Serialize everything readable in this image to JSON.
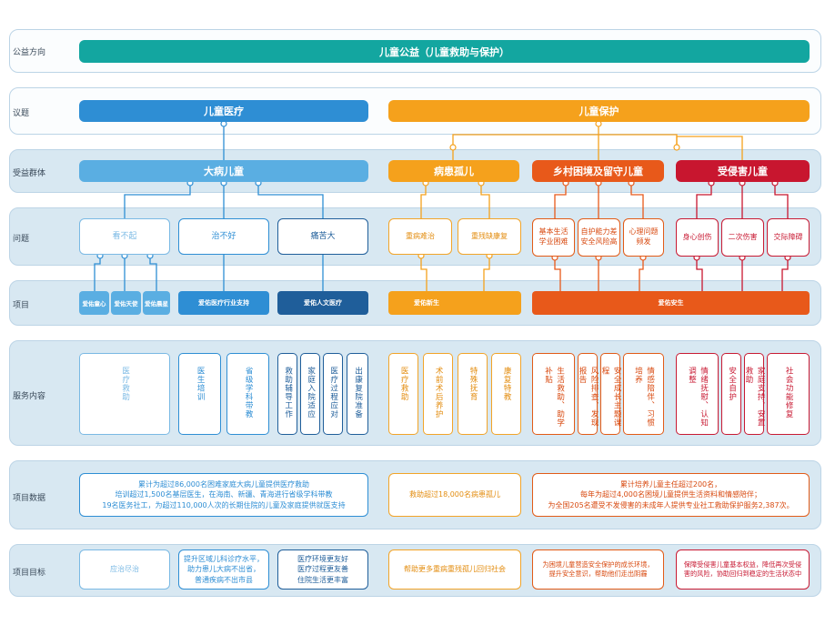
{
  "row_labels": {
    "direction": "公益方向",
    "topic": "议题",
    "beneficiary": "受益群体",
    "problem": "问题",
    "project": "项目",
    "service": "服务内容",
    "data": "项目数据",
    "goal": "项目目标"
  },
  "direction": {
    "title": "儿童公益（儿童救助与保护）"
  },
  "topics": {
    "medical": "儿童医疗",
    "protection": "儿童保护"
  },
  "groups": {
    "serious_ill": "大病儿童",
    "orphans": "病患孤儿",
    "left_behind": "乡村困境及留守儿童",
    "abused": "受侵害儿童"
  },
  "problems": {
    "cannot_afford": "看不起",
    "cannot_cure": "治不好",
    "suffering": "痛苦大",
    "hard_treat": "重病难治",
    "disability": "重残缺康复",
    "basic_life": "基本生活\n学业困难",
    "self_protect": "自护能力差\n安全风险高",
    "mental": "心理问题\n频发",
    "trauma": "身心创伤",
    "second_harm": "二次伤害",
    "social": "交际障碍"
  },
  "projects": {
    "p1": "爱佑童心",
    "p2": "爱佑天使",
    "p3": "爱佑晨星",
    "p4": "爱佑医疗行业支持",
    "p5": "爱佑人文医疗",
    "p6": "爱佑新生",
    "p7": "爱佑安生"
  },
  "services": {
    "s1": "医疗救助",
    "s2": "医生培训",
    "s3": "省级学科带教",
    "s4": "救助辅导工作",
    "s5": "家庭入院适应",
    "s6": "医疗过程应对",
    "s7": "出康复院准备",
    "s8": "医疗救助",
    "s9": "术前术后养护",
    "s10": "特殊抚育",
    "s11": "康复特教",
    "s12": "生活救助、助学补贴",
    "s13": "风险排查、发现报告",
    "s14": "安全成长主题课程",
    "s15": "情感陪伴、习惯培养",
    "s16": "情绪抚慰、认知调整",
    "s17": "安全自护",
    "s18": "家庭支持、安置救助",
    "s19": "社会功能修复"
  },
  "data": {
    "medical_1": "累计为超过86,000名困难家庭大病儿童提供医疗救助",
    "medical_2": "培训超过1,500名基层医生，在海南、新疆、青海进行省级学科带教",
    "medical_3": "19名医务社工，为超过110,000人次的长期住院的儿童及家庭提供就医支持",
    "orphans": "救助超过18,000名病患孤儿",
    "protect_1": "累计培养儿童主任超过200名，",
    "protect_2": "每年为超过4,000名困境儿童提供生活资料和情感陪伴；",
    "protect_3": "为全国205名遭受不发侵害的未成年人提供专业社工救助保护服务2,387次。"
  },
  "goals": {
    "g1": "应治尽治",
    "g2": "提升区域儿科诊疗水平，\n助力患儿大病不出省，\n普通疾病不出市县",
    "g3": "医疗环境更友好\n医疗过程更友善\n住院生活更丰富",
    "g4": "帮助更多重病重残孤儿回归社会",
    "g5": "为困境儿童营造安全保护的成长环境，\n提升安全意识，帮助他们走出阴霾",
    "g6": "保障受侵害儿童基本权益，降低再次受侵\n害的风险，协助回归到稳定的生活状态中"
  },
  "colors": {
    "teal": "#13a6a0",
    "blue": "#2e8ed4",
    "light_blue": "#5aaee2",
    "navy": "#1f5e9a",
    "yellow": "#f5a11c",
    "orange": "#e8591a",
    "red": "#c8162f"
  }
}
